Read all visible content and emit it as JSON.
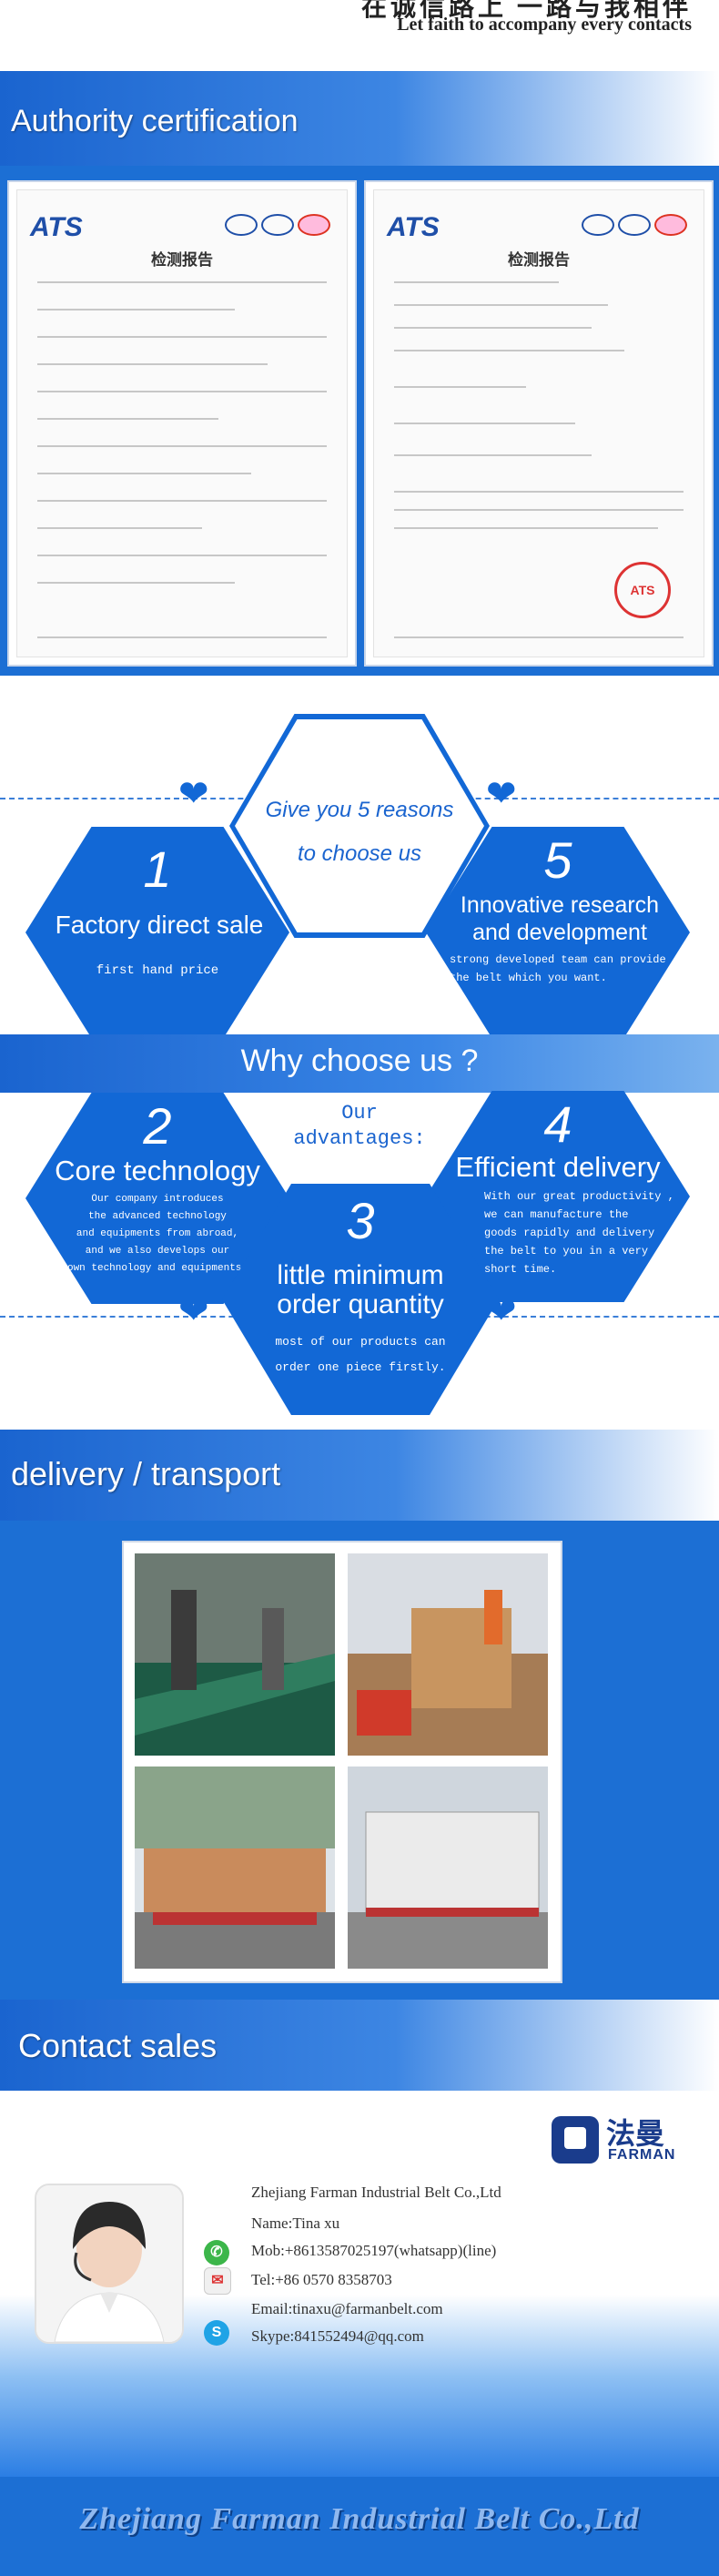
{
  "header": {
    "tagline_cn": "在诚信路上 一路与我相伴",
    "tagline_en": "Let faith to accompany every contacts"
  },
  "authority": {
    "title": "Authority certification",
    "certificates": [
      {
        "brand": "ATS",
        "title": "检测报告"
      },
      {
        "brand": "ATS",
        "title": "检测报告"
      }
    ]
  },
  "reasons": {
    "intro_line1": "Give you 5 reasons",
    "intro_line2": "to choose us",
    "why_title": "Why choose us ?",
    "advantages_line1": "Our",
    "advantages_line2": "advantages:",
    "items": [
      {
        "num": "1",
        "title": "Factory direct sale",
        "desc": "first hand price"
      },
      {
        "num": "2",
        "title": "Core technology",
        "desc": [
          "Our company introduces",
          "the advanced technology",
          "and equipments from abroad,",
          "and we also develops our",
          "own technology and equipments."
        ]
      },
      {
        "num": "3",
        "title_line1": "little minimum",
        "title_line2": "order quantity",
        "desc": [
          "most of our products can",
          "order one piece firstly."
        ]
      },
      {
        "num": "4",
        "title": "Efficient delivery",
        "desc": [
          "With our great productivity ,",
          "we can manufacture the",
          "goods rapidly and delivery",
          "the belt to you in a very",
          "short time."
        ]
      },
      {
        "num": "5",
        "title_line1": "Innovative research",
        "title_line2": "and development",
        "desc": [
          "strong developed team can provide",
          "the belt which you want."
        ]
      }
    ]
  },
  "delivery": {
    "title": "delivery / transport"
  },
  "contact": {
    "title": "Contact sales",
    "logo_cn": "法曼",
    "logo_en": "FARMAN",
    "company": "Zhejiang Farman Industrial Belt Co.,Ltd",
    "name": "Name:Tina xu",
    "mob": "Mob:+8613587025197(whatsapp)(line)",
    "tel": "Tel:+86 0570 8358703",
    "email": "Email:tinaxu@farmanbelt.com",
    "skype": "Skype:841552494@qq.com"
  },
  "footer": {
    "company": "Zhejiang Farman Industrial Belt Co.,Ltd"
  },
  "colors": {
    "primary_blue": "#1268d6",
    "banner_blue": "#1a64cf"
  }
}
